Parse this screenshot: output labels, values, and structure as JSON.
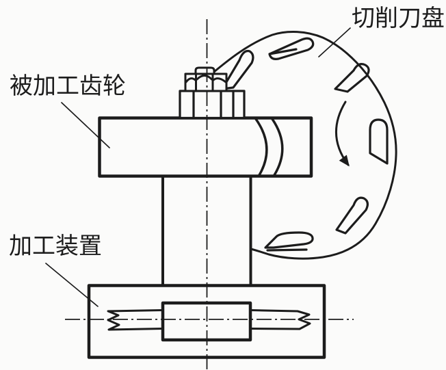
{
  "figure": {
    "type": "patent-line-drawing",
    "background": "#fbfbfa",
    "ink": "#1c1c1c",
    "labels": {
      "cutter_disc": "切削刀盘",
      "workpiece_gear": "被加工齿轮",
      "machining_device": "加工装置"
    },
    "parts": [
      "cutter-disc",
      "cutter-blades-x6",
      "rotation-arrow",
      "workpiece-gear-blank",
      "arc-tooth-lines",
      "clamp-washer",
      "hex-nut",
      "bolt-tip",
      "spindle-column",
      "machine-base",
      "coupling-block",
      "drive-shaft-with-break-symbols",
      "vertical-centerline",
      "horizontal-centerline"
    ],
    "blade_count_visible": 6,
    "rotation_direction": "downward-sweep-right-side"
  }
}
